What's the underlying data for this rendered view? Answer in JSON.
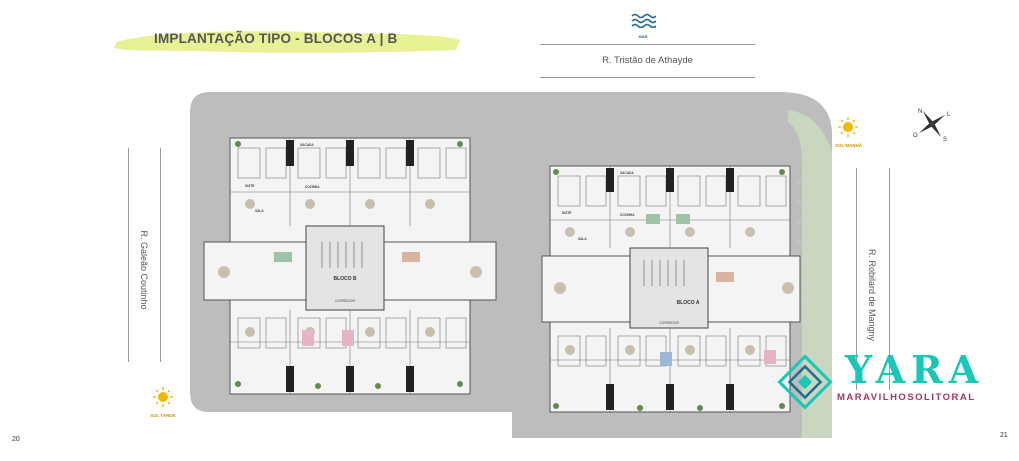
{
  "header": {
    "title": "IMPLANTAÇÃO TIPO - BLOCOS A | B"
  },
  "streets": {
    "top": "R. Tristão de Athayde",
    "left": "R. Galeão Coutinho",
    "right": "R. Robilard de Marigny"
  },
  "sea": {
    "label": "MAR"
  },
  "sun": {
    "morning": "SOL MANHÃ",
    "afternoon": "SOL TARDE"
  },
  "compass": {
    "n": "N",
    "s": "S",
    "l": "L",
    "o": "O"
  },
  "blocks": {
    "a": "BLOCO A",
    "b": "BLOCO B"
  },
  "rooms": {
    "sala": "SALA",
    "suite": "SUÍTE",
    "cozinha": "COZINHA",
    "sacada": "SACADA",
    "corredor": "CORREDOR"
  },
  "pages": {
    "left": "20",
    "right": "21"
  },
  "logo": {
    "name": "YARA",
    "tagline": "MARAVILHOSOLITORAL"
  },
  "colors": {
    "accent_teal": "#17c7b8",
    "accent_magenta": "#a8326a",
    "highlight": "#e6ef8a",
    "sun": "#f2b705"
  }
}
